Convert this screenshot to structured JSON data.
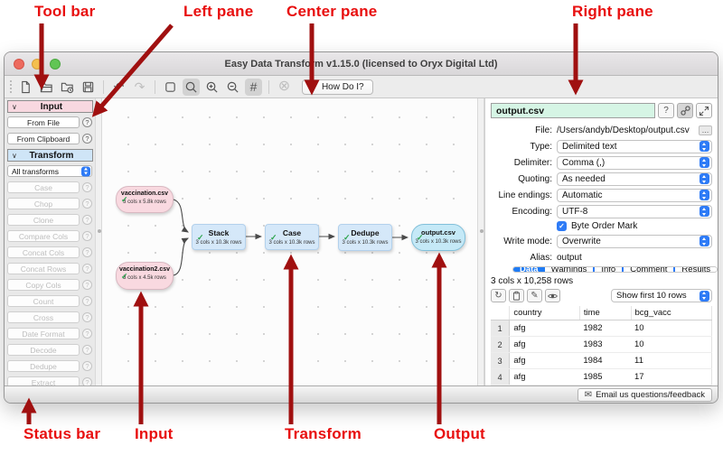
{
  "icons": {
    "chevron_down": "∨",
    "help": "?",
    "caret_down": "▼",
    "check": "✓",
    "ellipsis": "…",
    "envelope": "✉",
    "undo": "↶",
    "redo": "↷",
    "disconnect": "⊗",
    "grid": "#",
    "refresh": "↻",
    "pencil": "✎"
  },
  "colors": {
    "annotation_text": "#e80f0f",
    "annotation_arrow": "#a01010",
    "accent_blue": "#2e7bf6",
    "node_pink": "#f9d9e0",
    "node_blue": "#d5e8f9",
    "node_cyan": "#c5e9f7",
    "name_field_green": "#d6f5e5"
  },
  "annotations": {
    "tool_bar": "Tool bar",
    "left_pane": "Left pane",
    "center_pane": "Center pane",
    "right_pane": "Right pane",
    "status_bar": "Status bar",
    "input": "Input",
    "transform": "Transform",
    "output": "Output"
  },
  "window": {
    "title": "Easy Data Transform v1.15.0 (licensed to Oryx Digital Ltd)"
  },
  "toolbar": {
    "how_do_i": "How Do I?",
    "icon_names": [
      "new-file",
      "open-file",
      "open-recent",
      "save",
      "undo",
      "redo",
      "select",
      "zoom",
      "zoom-in",
      "zoom-out",
      "toggle-grid",
      "disconnect"
    ]
  },
  "left_pane": {
    "input_header": "Input",
    "from_file": "From File",
    "from_clipboard": "From Clipboard",
    "transform_header": "Transform",
    "filter": "All transforms",
    "transforms": [
      "Case",
      "Chop",
      "Clone",
      "Compare Cols",
      "Concat Cols",
      "Concat Rows",
      "Copy Cols",
      "Count",
      "Cross",
      "Date Format",
      "Decode",
      "Dedupe",
      "Extract"
    ]
  },
  "center_pane": {
    "nodes": {
      "input1": {
        "label": "vaccination.csv",
        "meta": "3 cols x 5.8k rows"
      },
      "input2": {
        "label": "vaccination2.csv",
        "meta": "3 cols x 4.5k rows"
      },
      "stack": {
        "label": "Stack",
        "meta": "3 cols x 10.3k rows"
      },
      "case": {
        "label": "Case",
        "meta": "3 cols x 10.3k rows"
      },
      "dedupe": {
        "label": "Dedupe",
        "meta": "3 cols x 10.3k rows"
      },
      "output": {
        "label": "output.csv",
        "meta": "3 cols x 10.3k rows"
      }
    }
  },
  "right_pane": {
    "name": "output.csv",
    "file_label": "File:",
    "file_value": "/Users/andyb/Desktop/output.csv",
    "type_label": "Type:",
    "type_value": "Delimited text",
    "delimiter_label": "Delimiter:",
    "delimiter_value": "Comma (,)",
    "quoting_label": "Quoting:",
    "quoting_value": "As needed",
    "line_endings_label": "Line endings:",
    "line_endings_value": "Automatic",
    "encoding_label": "Encoding:",
    "encoding_value": "UTF-8",
    "bom_label": "Byte Order Mark",
    "write_mode_label": "Write mode:",
    "write_mode_value": "Overwrite",
    "alias_label": "Alias:",
    "alias_value": "output",
    "tabs": [
      "Data",
      "Warnings",
      "Info",
      "Comment",
      "Results"
    ],
    "selected_tab": "Data",
    "summary": "3 cols x 10,258 rows",
    "show_rows": "Show first 10 rows",
    "table": {
      "headers": [
        "country",
        "time",
        "bcg_vacc"
      ],
      "rows": [
        [
          "1",
          "afg",
          "1982",
          "10"
        ],
        [
          "2",
          "afg",
          "1983",
          "10"
        ],
        [
          "3",
          "afg",
          "1984",
          "11"
        ],
        [
          "4",
          "afg",
          "1985",
          "17"
        ]
      ]
    }
  },
  "status_bar": {
    "feedback": "Email us questions/feedback"
  }
}
